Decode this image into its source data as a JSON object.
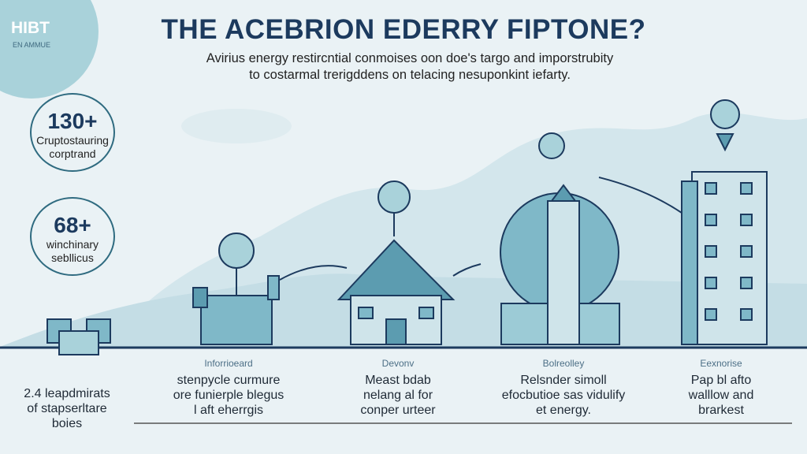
{
  "header": {
    "logo": "HIBT",
    "logo_sub": "EN AMMUE",
    "title": "THE ACEBRION EDERRY FIPTONE?",
    "subtitle_lines": [
      "Avirius energy restircntial conmoises oon doe's targo and imporstrubity",
      "to costarmal trerigddens on telacing nesuponkint iefarty."
    ]
  },
  "stats": [
    {
      "value": "130+",
      "label_lines": [
        "Cruptostauring",
        "corptrand"
      ]
    },
    {
      "value": "68+",
      "label_lines": [
        "winchinary",
        "sebllicus"
      ]
    }
  ],
  "footer_left": {
    "lines": [
      "2.4 leapdmirats",
      "of stapserltare",
      "boies"
    ]
  },
  "columns": [
    {
      "caption": "Inforrioeard",
      "lines": [
        "stenpycle curmure",
        "ore funierple blegus",
        "l aft eherrgis"
      ]
    },
    {
      "caption": "Devonv",
      "lines": [
        "Meast bdab",
        "nelang al for",
        "conper urteer"
      ]
    },
    {
      "caption": "Bolreolley",
      "lines": [
        "Relsnder simoll",
        "efocbutioe sas vidulify",
        "et energy."
      ]
    },
    {
      "caption": "Eexnorise",
      "lines": [
        "Pap bl afto",
        "walllow and",
        "brarkest"
      ]
    }
  ],
  "colors": {
    "navy": "#1c3a5e",
    "teal": "#2f6b80",
    "light": "#a9d2da",
    "bg": "#eaf2f5"
  }
}
